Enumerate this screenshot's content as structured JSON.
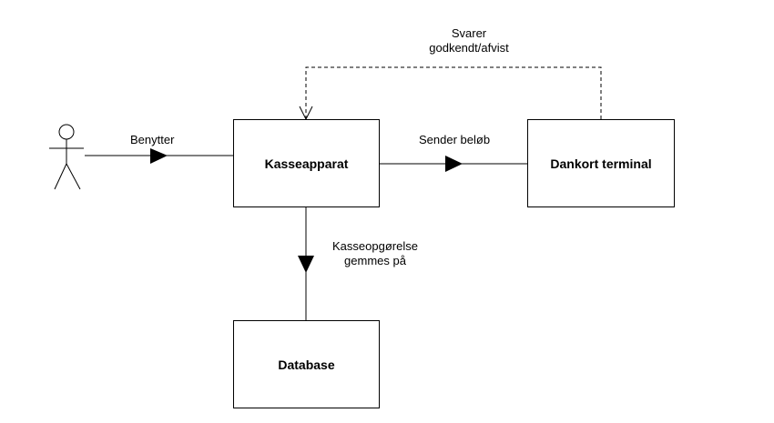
{
  "nodes": {
    "kasseapparat": "Kasseapparat",
    "dankort": "Dankort terminal",
    "database": "Database"
  },
  "edges": {
    "benytter": "Benytter",
    "sender": "Sender beløb",
    "svarer_line1": "Svarer",
    "svarer_line2": "godkendt/afvist",
    "kasse_line1": "Kasseopgørelse",
    "kasse_line2": "gemmes på"
  },
  "actor": {
    "icon": "stick-figure-icon"
  },
  "colors": {
    "stroke": "#000000",
    "background": "#ffffff"
  }
}
